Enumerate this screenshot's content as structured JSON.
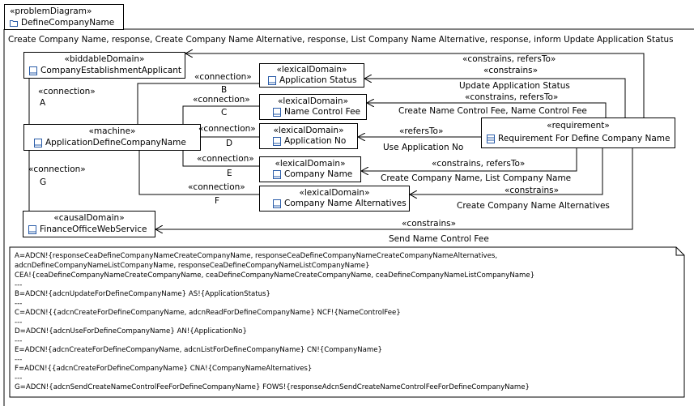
{
  "header": {
    "stereotype": "«problemDiagram»",
    "name": "DefineCompanyName",
    "folder_icon": "folder-icon"
  },
  "top_interaction": "Create Company Name, response, Create Company Name Alternative, response, List Company Name Alternative, response,  inform Update Application Status",
  "domains": {
    "applicant": {
      "stereotype": "«biddableDomain»",
      "name": "CompanyEstablishmentApplicant"
    },
    "machine": {
      "stereotype": "«machine»",
      "name": "ApplicationDefineCompanyName"
    },
    "webservice": {
      "stereotype": "«causalDomain»",
      "name": "FinanceOfficeWebService"
    },
    "app_status": {
      "stereotype": "«lexicalDomain»",
      "name": "Application Status"
    },
    "name_fee": {
      "stereotype": "«lexicalDomain»",
      "name": "Name Control Fee"
    },
    "app_no": {
      "stereotype": "«lexicalDomain»",
      "name": "Application No"
    },
    "company_name": {
      "stereotype": "«lexicalDomain»",
      "name": "Company Name"
    },
    "alternatives": {
      "stereotype": "«lexicalDomain»",
      "name": "Company Name Alternatives"
    },
    "requirement": {
      "stereotype": "«requirement»",
      "name": "Requirement For Define Company Name"
    }
  },
  "connections": {
    "stereotype": "«connection»",
    "A": "A",
    "B": "B",
    "C": "C",
    "D": "D",
    "E": "E",
    "F": "F",
    "G": "G"
  },
  "requirement_links": {
    "r1_stereo": "«constrains, refersTo»",
    "r2_stereo": "«constrains»",
    "r2_text": "Update Application Status",
    "r3_stereo": "«constrains, refersTo»",
    "r3_text": "Create Name Control Fee, Name Control Fee",
    "r4_stereo": "«refersTo»",
    "r4_text": "Use Application No",
    "r5_stereo": "«constrains, refersTo»",
    "r5_text": "Create Company Name, List Company Name",
    "r6_stereo": "«constrains»",
    "r6_text": "Create Company Name Alternatives",
    "r7_stereo": "«constrains»",
    "r7_text": "Send Name Control Fee"
  },
  "note_lines": [
    "A=ADCN!{responseCeaDefineCompanyNameCreateCompanyName, responseCeaDefineCompanyNameCreateCompanyNameAlternatives,",
    "adcnDefineCompanyNameListCompanyName, responseCeaDefineCompanyNameListCompanyName}",
    "CEA!{ceaDefineCompanyNameCreateCompanyName, ceaDefineCompanyNameCreateCompanyName, ceaDefineCompanyNameListCompanyName}",
    "---",
    "B=ADCN!{adcnUpdateForDefineCompanyName} AS!{ApplicationStatus}",
    "---",
    "C=ADCN!{{adcnCreateForDefineCompanyName, adcnReadForDefineCompanyName} NCF!{NameControlFee}",
    "---",
    "D=ADCN!{adcnUseForDefineCompanyName} AN!{ApplicationNo}",
    "---",
    "E=ADCN!{adcnCreateForDefineCompanyName, adcnListForDefineCompanyName} CN!{CompanyName}",
    "---",
    "F=ADCN!{{adcnCreateForDefineCompanyName} CNA!{CompanyNameAlternatives}",
    "---",
    "G=ADCN!{adcnSendCreateNameControlFeeForDefineCompanyName} FOWS!{responseAdcnSendCreateNameControlFeeForDefineCompanyName}"
  ],
  "colors": {
    "line": "#000000",
    "icon": "#2a5ca8",
    "background": "#ffffff"
  }
}
